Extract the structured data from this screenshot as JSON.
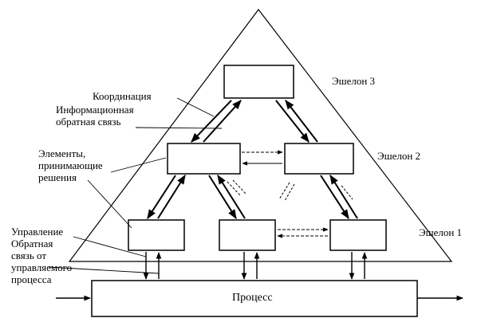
{
  "labels": {
    "echelon3": "Эшелон 3",
    "echelon2": "Эшелон 2",
    "echelon1": "Эшелон 1",
    "coordination": "Координация",
    "info_feedback": [
      "Информационная",
      "обратная связь"
    ],
    "decision_elements": [
      "Элементы,",
      "принимающие",
      "решения"
    ],
    "control": "Управление",
    "process_feedback": [
      "Обратная",
      "связь от",
      "управляемого",
      "процесса"
    ],
    "process": "Процесс"
  }
}
